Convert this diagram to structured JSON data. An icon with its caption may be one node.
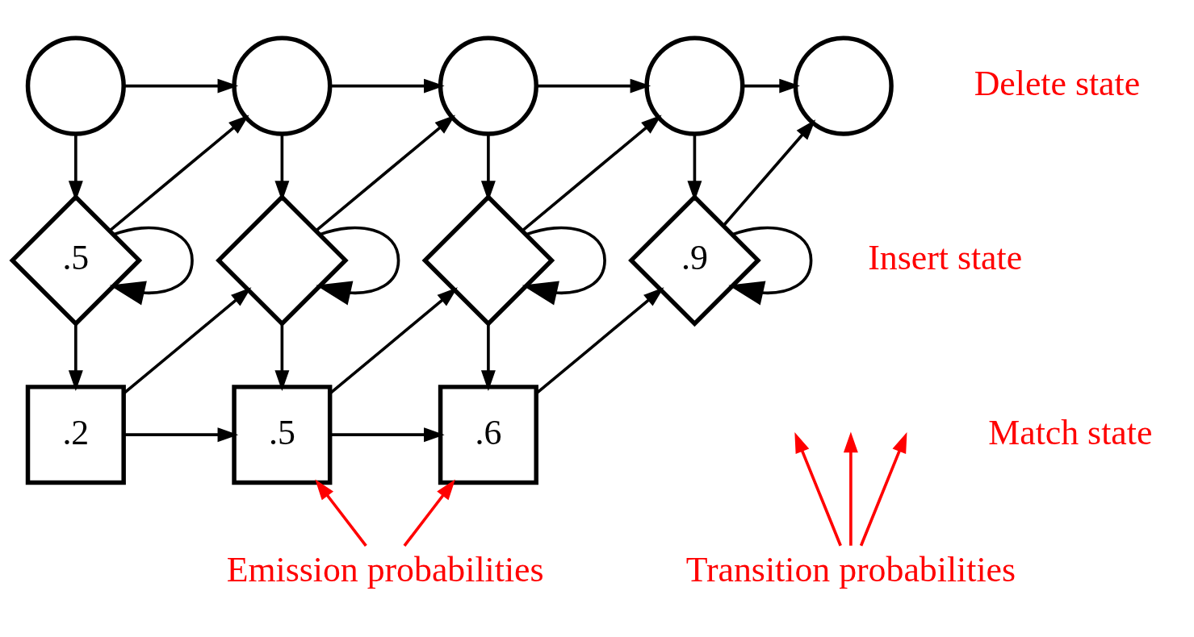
{
  "diagram": {
    "nodes": [
      {
        "text": [],
        "shape": "circle"
      },
      {
        "text": [],
        "shape": "circle"
      },
      {
        "text": [],
        "shape": "circle"
      },
      {
        "text": [],
        "shape": "circle"
      },
      {
        "text": [],
        "shape": "circle"
      },
      {
        "text": [
          ".5"
        ]
      },
      {
        "text": [],
        "shape": "diamond"
      },
      {
        "text": [],
        "shape": "diamond"
      },
      {
        "text": [
          ".9"
        ]
      },
      {
        "text": [
          ".2"
        ]
      },
      {
        "text": [
          ".5"
        ]
      },
      {
        "text": [
          ".6"
        ]
      },
      {
        "text": [
          "Transition probabilities"
        ]
      },
      {
        "text": [
          "Emission probabilities"
        ]
      }
    ],
    "edges": [
      {
        "from": 0,
        "to": 1,
        "arrow": "to"
      },
      {
        "from": 1,
        "to": 2,
        "arrow": "to"
      },
      {
        "from": 2,
        "to": 3,
        "arrow": "to"
      },
      {
        "from": 3,
        "to": 4,
        "arrow": "to"
      },
      {
        "from": 0,
        "to": 5,
        "arrow": "to"
      },
      {
        "from": 1,
        "to": 6,
        "arrow": "to"
      },
      {
        "from": 2,
        "to": 7,
        "arrow": "to"
      },
      {
        "from": 3,
        "to": 8,
        "arrow": "to"
      },
      {
        "from": 5,
        "to": 1,
        "arrow": "to"
      },
      {
        "from": 6,
        "to": 2,
        "arrow": "to"
      },
      {
        "from": 7,
        "to": 3,
        "arrow": "to"
      },
      {
        "from": 8,
        "to": 4,
        "arrow": "to"
      },
      {
        "from": 5,
        "to": 5,
        "arrow": "to"
      },
      {
        "from": 6,
        "to": 6,
        "arrow": "to"
      },
      {
        "from": 7,
        "to": 7,
        "arrow": "to"
      },
      {
        "from": 8,
        "to": 8,
        "arrow": "to"
      },
      {
        "from": 5,
        "to": 9,
        "arrow": "to"
      },
      {
        "from": 6,
        "to": 10,
        "arrow": "to"
      },
      {
        "from": 7,
        "to": 11,
        "arrow": "to"
      },
      {
        "from": 9,
        "to": 6,
        "arrow": "to"
      },
      {
        "from": 10,
        "to": 7,
        "arrow": "to"
      },
      {
        "from": 11,
        "to": 8,
        "arrow": "to"
      },
      {
        "from": 9,
        "to": 10,
        "arrow": "to"
      },
      {
        "from": 10,
        "to": 11,
        "arrow": "to"
      },
      {
        "from": 12,
        "to": null,
        "arrow": "to",
        "color": "#ff0000"
      },
      {
        "from": 12,
        "to": null,
        "arrow": "to",
        "color": "#ff0000"
      },
      {
        "from": 12,
        "to": null,
        "arrow": "to",
        "color": "#ff0000"
      },
      {
        "from": 13,
        "to": 10,
        "arrow": "to",
        "color": "#ff0000"
      },
      {
        "from": 13,
        "to": 11,
        "arrow": "to",
        "color": "#ff0000"
      }
    ],
    "labels": [
      "Delete state",
      "Insert state",
      "Match state"
    ]
  }
}
